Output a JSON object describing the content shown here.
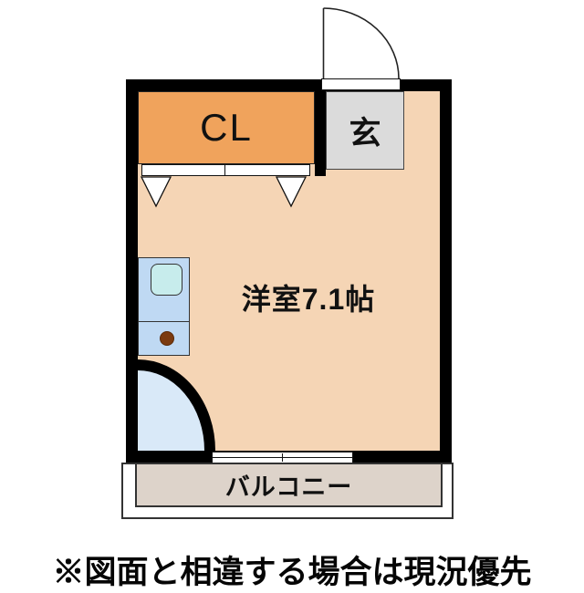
{
  "floor_plan": {
    "closet_label": "CL",
    "entrance_label": "玄",
    "room_label": "洋室7.1帖",
    "balcony_label": "バルコニー",
    "icons": {
      "entrance_door": "door-swing-arc",
      "interior_door": "quarter-circle-door-swing",
      "closet_doors": "hinged-panel-triangles",
      "window": "sliding-window-symbol",
      "kitchen": "sink-and-burner-unit"
    }
  },
  "caption": "※図面と相違する場合は現況優先",
  "colors": {
    "wall": "#000000",
    "room_fill": "#F5D5B5",
    "closet_fill": "#F0A35C",
    "entrance_fill": "#DBDBDB",
    "kitchen_unit_fill": "#BFD9F3",
    "sink_fill": "#C7ECEC",
    "burner_fill": "#7B3A0F",
    "door_swing_fill": "#D9E9F8",
    "balcony_fill": "#DDD3CA"
  }
}
